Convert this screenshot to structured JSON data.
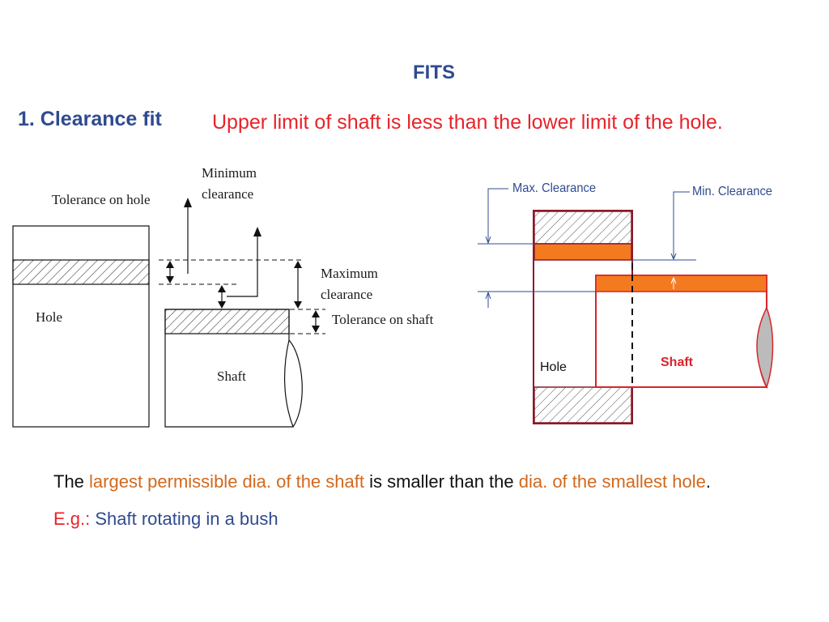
{
  "title": "FITS",
  "heading": "1.  Clearance fit",
  "definition": "Upper limit of shaft is less than the lower limit of the hole.",
  "left_diagram": {
    "tolerance_on_hole": "Tolerance on hole",
    "minimum_clearance_1": "Minimum",
    "minimum_clearance_2": "clearance",
    "maximum_clearance_1": "Maximum",
    "maximum_clearance_2": "clearance",
    "tolerance_on_shaft": "Tolerance on shaft",
    "hole": "Hole",
    "shaft": "Shaft"
  },
  "right_diagram": {
    "max_clearance": "Max. Clearance",
    "min_clearance": "Min. Clearance",
    "hole": "Hole",
    "shaft": "Shaft"
  },
  "statement": {
    "part1": "The ",
    "part2": "largest permissible dia. of the shaft",
    "part3": " is smaller than the ",
    "part4": "dia. of the smallest hole",
    "part5": "."
  },
  "example": {
    "prefix": "E.g.: ",
    "text": "Shaft rotating in a bush"
  },
  "colors": {
    "heading_blue": "#2f4b8f",
    "definition_red": "#e8232a",
    "highlight_orange": "#d2691e",
    "tolerance_fill": "#f47a20",
    "hole_outline": "#8b1a2b"
  }
}
